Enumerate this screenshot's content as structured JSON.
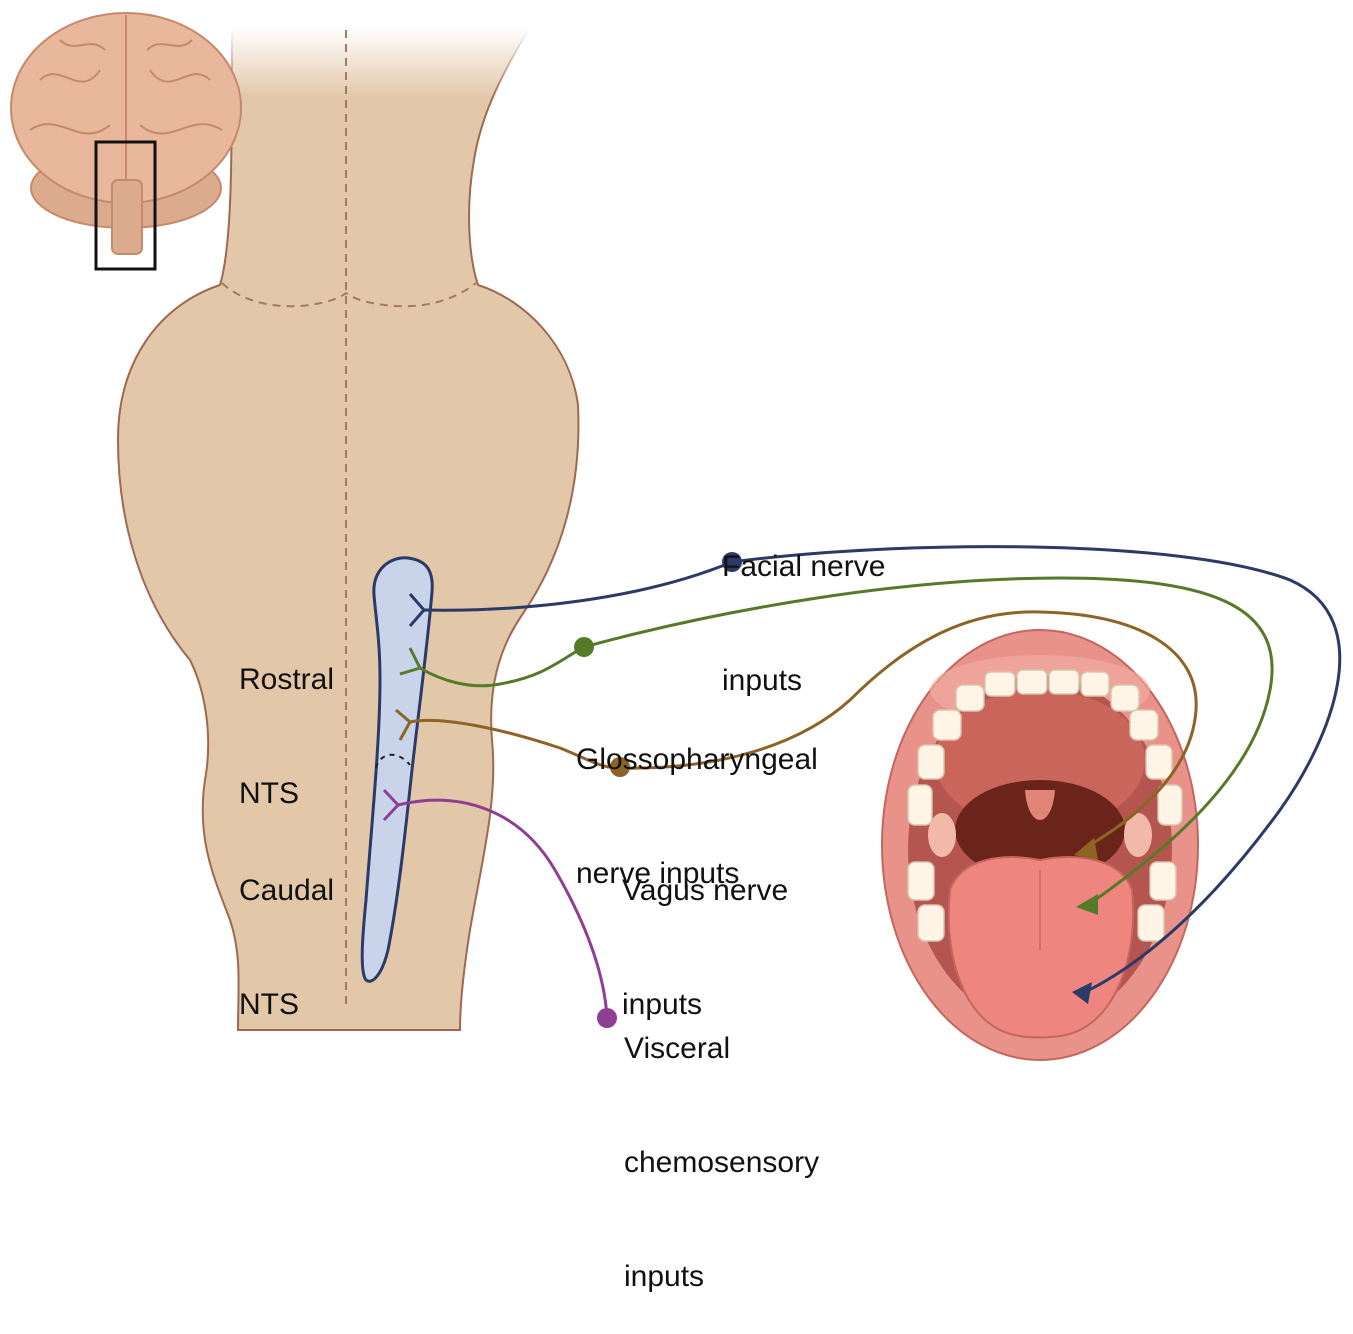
{
  "labels": {
    "rostral": [
      "Rostral",
      "NTS"
    ],
    "caudal": [
      "Caudal",
      "NTS"
    ],
    "facial": [
      "Facial nerve",
      "inputs"
    ],
    "glossopharyngeal": [
      "Glossopharyngeal",
      "nerve inputs"
    ],
    "vagus": [
      "Vagus nerve",
      "inputs"
    ],
    "visceral": [
      "Visceral",
      "chemosensory",
      "inputs"
    ]
  },
  "colors": {
    "facial": "#2b3a67",
    "glossopharyngeal": "#557a2a",
    "vagus": "#8e6426",
    "visceral": "#8e3e93",
    "brainstem": "#e3c7a9",
    "nts_fill": "#c9d3ea"
  },
  "icons": [
    "brain-icon",
    "mouth-icon",
    "brainstem-illustration"
  ]
}
